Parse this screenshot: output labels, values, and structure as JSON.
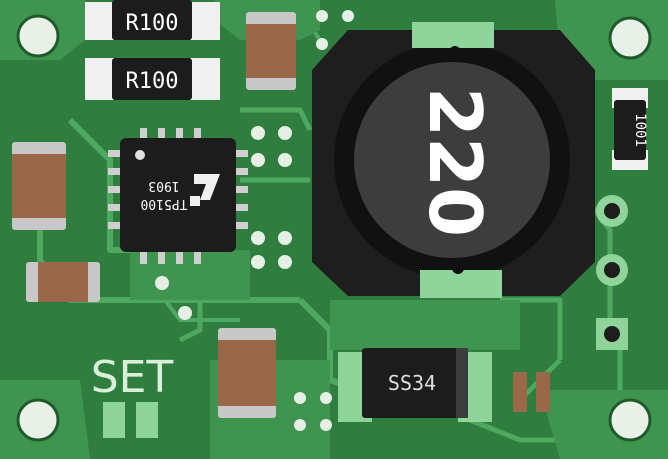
{
  "board": {
    "silkscreen_label": "SET",
    "resistors": {
      "r1_value": "R100",
      "r2_value": "R100",
      "r3_value": "1001"
    },
    "ic": {
      "part_number": "TP5100",
      "date_code": "1903"
    },
    "inductor": {
      "value": "220"
    },
    "diode": {
      "part_number": "SS34"
    }
  },
  "colors": {
    "pcb_green": "#2f7e3f",
    "trace_green": "#4ea85f",
    "copper_pad": "#8fd49a",
    "silkscreen": "#d9efd9",
    "component_black": "#1c1c1c",
    "capacitor_brown": "#9a6848"
  }
}
